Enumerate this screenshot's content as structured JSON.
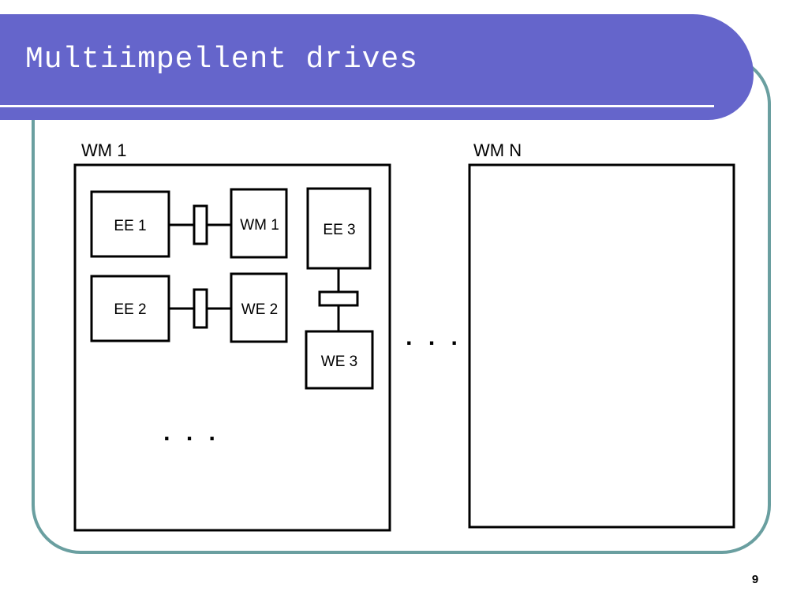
{
  "slide": {
    "title": "Multiimpellent drives",
    "page_number": "9"
  },
  "diagram": {
    "machine_1": {
      "label": "WM 1",
      "units": [
        {
          "drive": "EE 1",
          "load": "WM 1"
        },
        {
          "drive": "EE 2",
          "load": "WE 2"
        },
        {
          "drive": "EE 3",
          "load": "WE 3"
        }
      ],
      "more": ". . ."
    },
    "machine_n": {
      "label": "WM N"
    },
    "between": ". . ."
  },
  "colors": {
    "title_band": "#6565cb",
    "frame": "#6a9fa0",
    "title_text": "#ffffff",
    "lines": "#000000"
  }
}
